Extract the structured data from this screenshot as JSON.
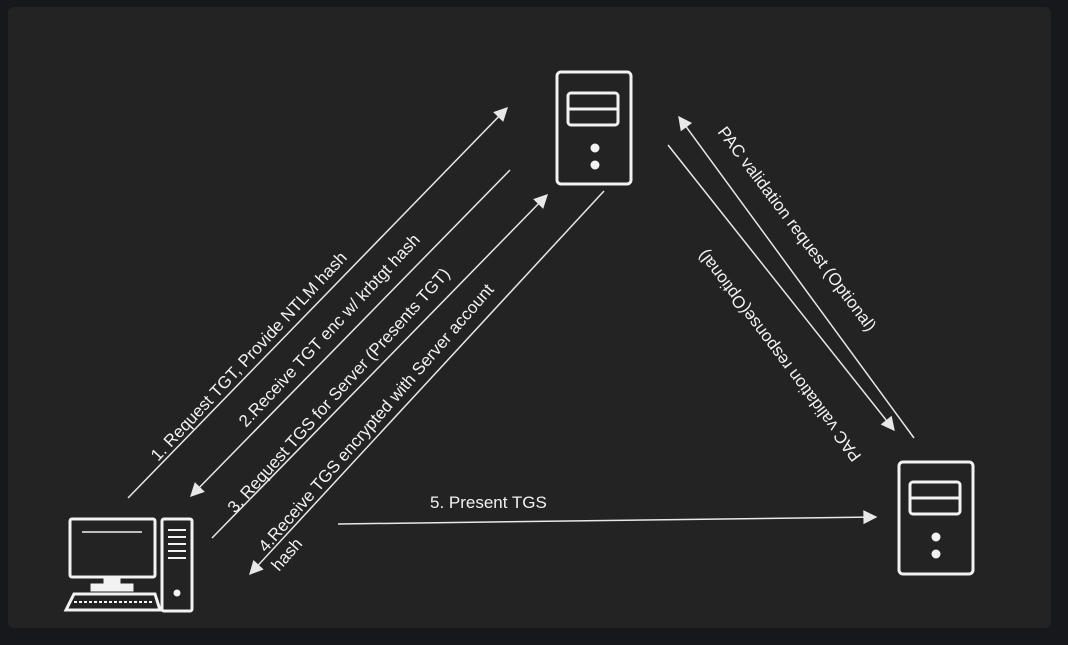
{
  "colors": {
    "page_background": "#16181c",
    "panel_background": "#232323",
    "line": "#e8e8e8"
  },
  "nodes": {
    "kdc": {
      "icon": "server-icon"
    },
    "client": {
      "icon": "workstation-icon"
    },
    "server": {
      "icon": "server-icon"
    }
  },
  "arrows": {
    "step1": "1. Request TGT, Provide NTLM hash",
    "step2": "2.Receive TGT enc w/ krbtgt hash",
    "step3": "3. Request TGS for Server (Presents TGT)",
    "step4_line1": "4.Receive TGS encrypted with Server account",
    "step4_line2": "hash",
    "step5": "5. Present TGS",
    "pac_request": "PAC validation request (Optional)",
    "pac_response": "PAC validation response(Optional)"
  }
}
